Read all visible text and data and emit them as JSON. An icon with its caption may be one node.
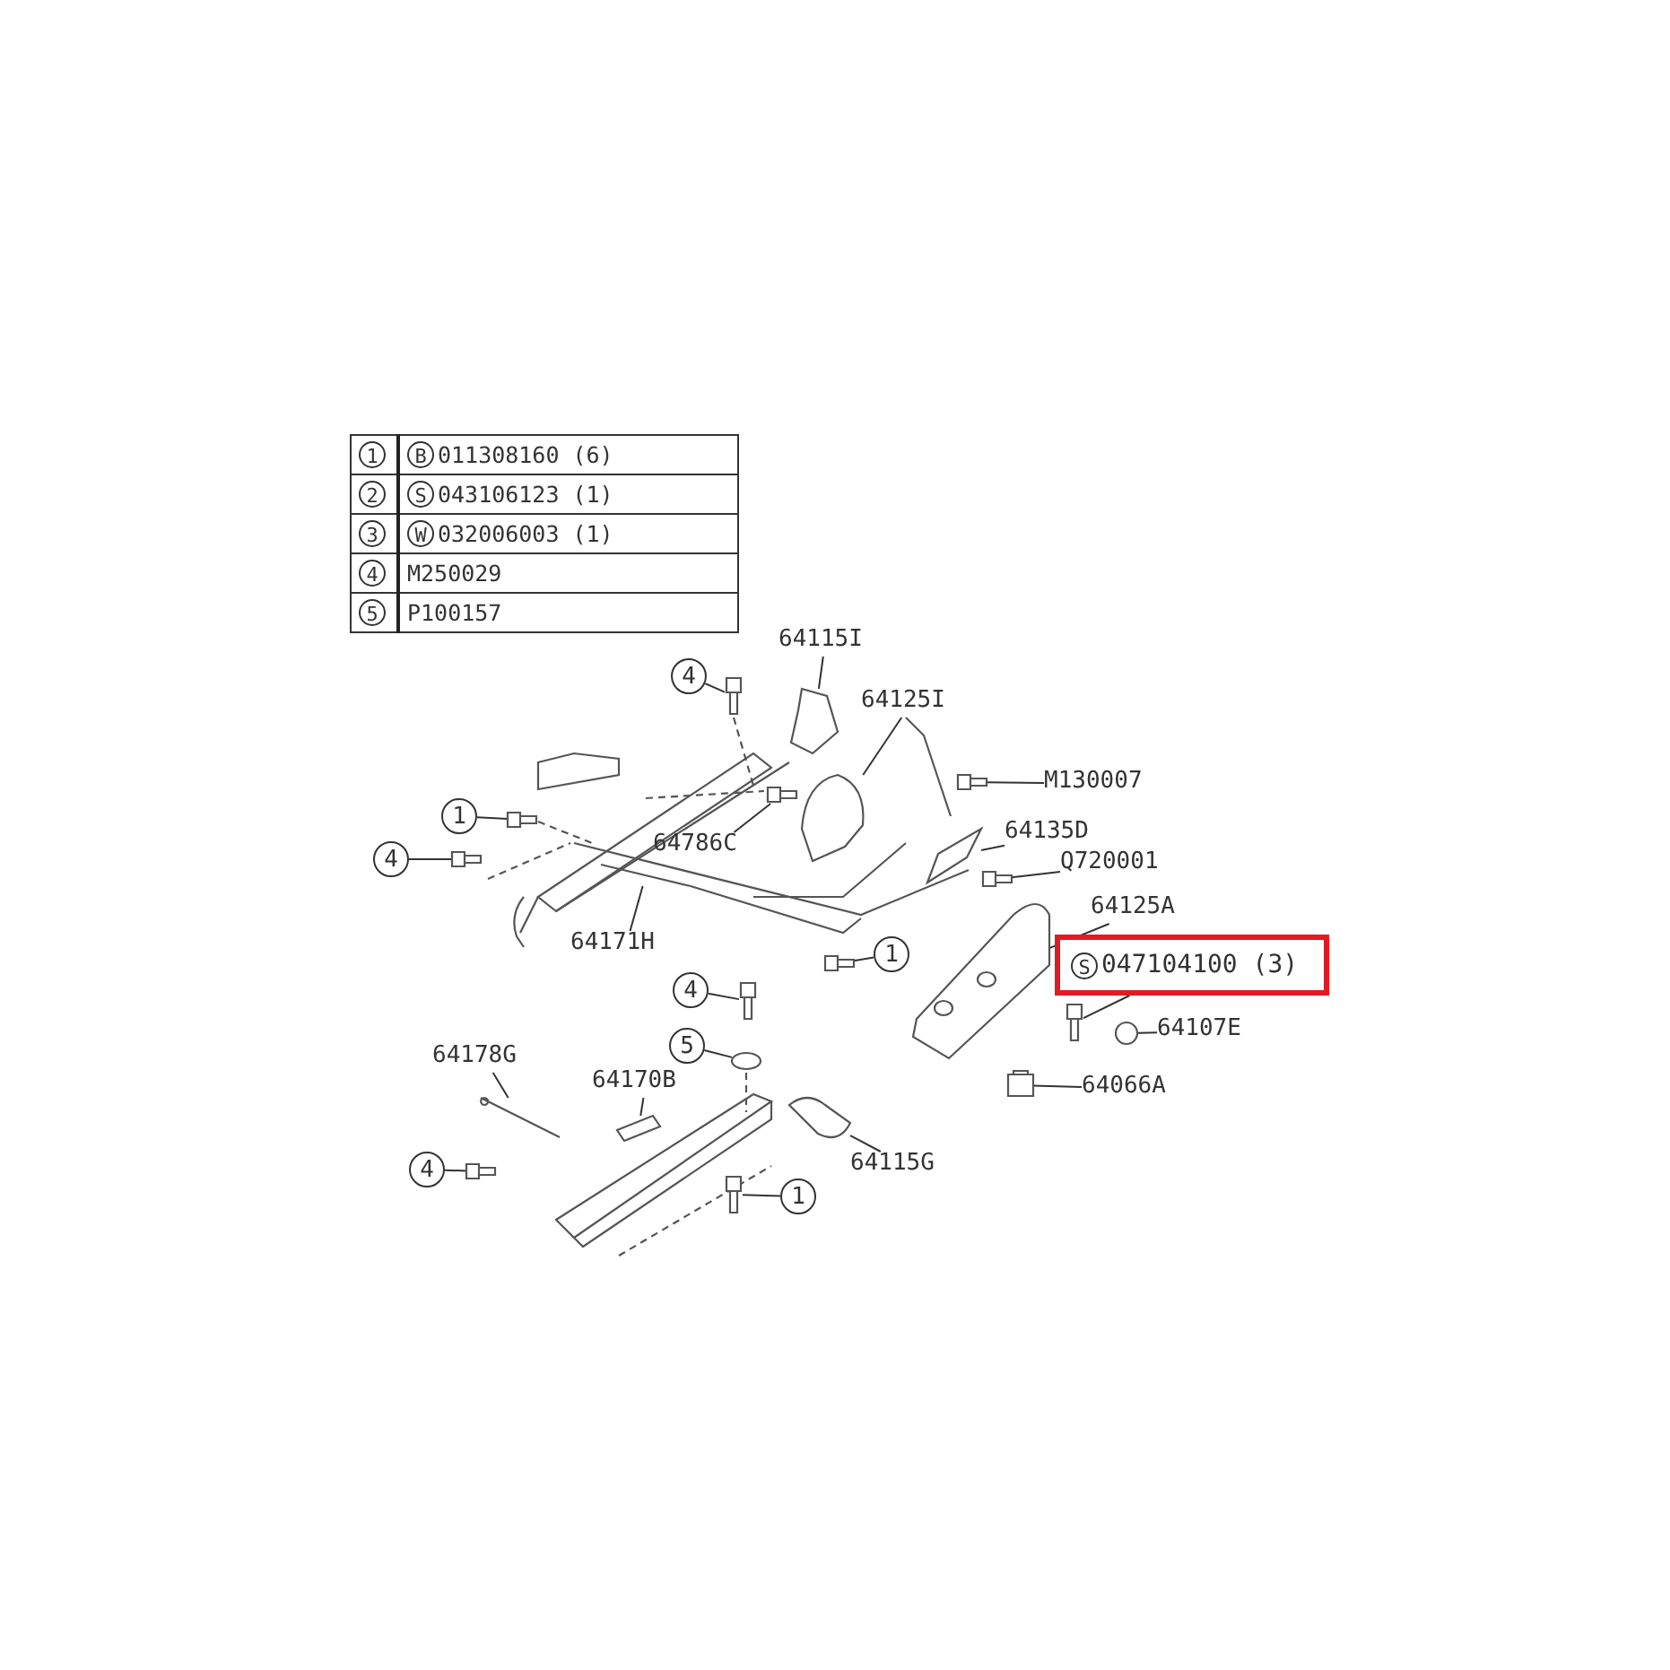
{
  "diagram": {
    "nodes": [
      {
        "text": [
          "4"
        ]
      },
      {
        "text": [
          "64115I"
        ]
      },
      {
        "text": [
          "64125I"
        ]
      },
      {
        "text": [
          "1"
        ]
      },
      {
        "text": [
          "M130007"
        ]
      },
      {
        "text": [
          "64786C"
        ]
      },
      {
        "text": [
          "4"
        ]
      },
      {
        "text": [
          "64135D"
        ]
      },
      {
        "text": [
          "Q720001"
        ]
      },
      {
        "text": [
          "64125A"
        ]
      },
      {
        "text": [
          "64171H"
        ]
      },
      {
        "text": [
          "1"
        ]
      },
      {
        "text": [
          "S",
          "047104100 (3)"
        ]
      },
      {
        "text": [
          "4"
        ]
      },
      {
        "text": [
          "64107E"
        ]
      },
      {
        "text": [
          "5"
        ]
      },
      {
        "text": [
          "64178G"
        ]
      },
      {
        "text": [
          "64170B"
        ]
      },
      {
        "text": [
          "64066A"
        ]
      },
      {
        "text": [
          "64115G"
        ]
      },
      {
        "text": [
          "4"
        ]
      },
      {
        "text": [
          "1"
        ]
      },
      {
        "text": [],
        "shape": "picture"
      },
      {
        "text": [],
        "shape": "picture"
      },
      {
        "text": [],
        "shape": "picture"
      },
      {
        "text": [],
        "shape": "picture"
      },
      {
        "text": [],
        "shape": "picture"
      },
      {
        "text": [],
        "shape": "picture"
      },
      {
        "text": [],
        "shape": "picture"
      },
      {
        "text": [],
        "shape": "picture"
      },
      {
        "text": [],
        "shape": "picture"
      },
      {
        "text": [],
        "shape": "picture"
      },
      {
        "text": [],
        "shape": "picture"
      },
      {
        "text": [],
        "shape": "picture"
      },
      {
        "text": [],
        "shape": "picture"
      },
      {
        "text": [],
        "shape": "picture"
      },
      {
        "text": [],
        "shape": "picture"
      },
      {
        "text": [],
        "shape": "picture"
      },
      {
        "text": [],
        "shape": "picture"
      },
      {
        "text": [],
        "shape": "picture"
      },
      {
        "text": [],
        "shape": "picture"
      },
      {
        "text": [],
        "shape": "picture"
      },
      {
        "text": [],
        "shape": "picture"
      },
      {
        "text": [],
        "shape": "picture"
      }
    ],
    "edges": [
      {
        "from": 0,
        "to": 22,
        "arrow": "none"
      },
      {
        "from": 1,
        "to": 23,
        "arrow": "none"
      },
      {
        "from": 2,
        "to": 24,
        "arrow": "none"
      },
      {
        "from": 3,
        "to": 25,
        "arrow": "none"
      },
      {
        "from": 4,
        "to": 26,
        "arrow": "none"
      },
      {
        "from": 5,
        "to": 27,
        "arrow": "none"
      },
      {
        "from": 6,
        "to": 28,
        "arrow": "none"
      },
      {
        "from": 7,
        "to": 29,
        "arrow": "none"
      },
      {
        "from": 8,
        "to": 30,
        "arrow": "none"
      },
      {
        "from": 9,
        "to": 31,
        "arrow": "none"
      },
      {
        "from": 10,
        "to": 32,
        "arrow": "none"
      },
      {
        "from": 11,
        "to": 33,
        "arrow": "none"
      },
      {
        "from": 12,
        "to": 34,
        "arrow": "none"
      },
      {
        "from": 13,
        "to": 35,
        "arrow": "none"
      },
      {
        "from": 14,
        "to": 36,
        "arrow": "none"
      },
      {
        "from": 15,
        "to": 37,
        "arrow": "none"
      },
      {
        "from": 16,
        "to": 38,
        "arrow": "none"
      },
      {
        "from": 17,
        "to": 39,
        "arrow": "none"
      },
      {
        "from": 18,
        "to": 40,
        "arrow": "none"
      },
      {
        "from": 19,
        "to": 41,
        "arrow": "none"
      },
      {
        "from": 20,
        "to": 42,
        "arrow": "none"
      },
      {
        "from": 21,
        "to": 43,
        "arrow": "none"
      }
    ],
    "labels": [
      "1",
      "B",
      "011308160 (6)",
      "2",
      "S",
      "043106123 (1)",
      "3",
      "W",
      "032006003 (1)",
      "4",
      "M250029",
      "5",
      "P100157"
    ]
  }
}
